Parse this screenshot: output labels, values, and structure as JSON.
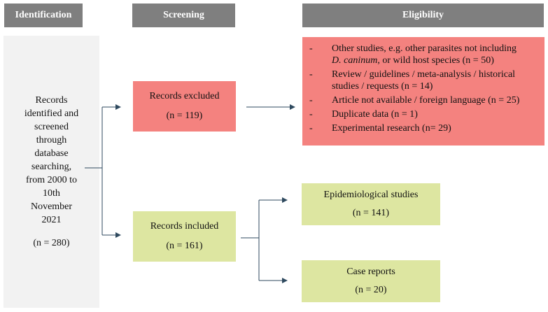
{
  "headers": {
    "identification": "Identification",
    "screening": "Screening",
    "eligibility": "Eligibility"
  },
  "identified": {
    "line1": "Records",
    "line2": "identified and",
    "line3": "screened",
    "line4": "through",
    "line5": "database",
    "line6": "searching,",
    "line7": "from 2000 to",
    "line8": "10th",
    "line9": "November",
    "line10": "2021",
    "count": "(n = 280)"
  },
  "excluded": {
    "label": "Records excluded",
    "count": "(n = 119)"
  },
  "included": {
    "label": "Records included",
    "count": "(n = 161)"
  },
  "exclusion_reasons": {
    "r1_line1": "Other studies, e.g. other parasites not including",
    "r1_italic": "D. caninum",
    "r1_rest": ", or wild host species (n = 50)",
    "r2_line1": "Review / guidelines / meta-analysis / historical",
    "r2_line2": "studies / requests (n = 14)",
    "r3": "Article not available / foreign language (n = 25)",
    "r4": "Duplicate data (n = 1)",
    "r5": "Experimental research (n= 29)",
    "dash": "-"
  },
  "epidemiological": {
    "label": "Epidemiological studies",
    "count": "(n = 141)"
  },
  "case_reports": {
    "label": "Case reports",
    "count": "(n = 20)"
  },
  "colors": {
    "header": "#7f7f7f",
    "identification_box": "#f2f2f2",
    "excluded_box": "#f4827f",
    "included_box": "#dde6a1",
    "connector": "#2f4a5f"
  }
}
